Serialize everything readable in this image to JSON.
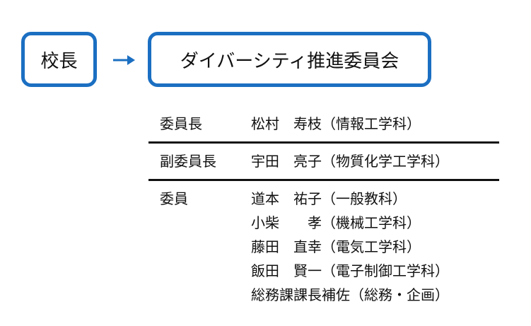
{
  "diagram": {
    "principal_label": "校長",
    "committee_label": "ダイバーシティ推進委員会",
    "colors": {
      "box_border": "#1b6fc2",
      "arrow": "#1b6fc2",
      "text": "#111111",
      "divider": "#111111"
    },
    "arrow_icon": "arrow-right-icon"
  },
  "members": {
    "chair": {
      "role": "委員長",
      "names": [
        "松村　寿枝（情報工学科）"
      ]
    },
    "vice_chair": {
      "role": "副委員長",
      "names": [
        "宇田　亮子（物質化学工学科）"
      ]
    },
    "committee": {
      "role": "委員",
      "names": [
        "道本　祐子（一般教科）",
        "小柴　　孝（機械工学科）",
        "藤田　直幸（電気工学科）",
        "飯田　賢一（電子制御工学科）",
        "総務課課長補佐（総務・企画）"
      ]
    }
  }
}
